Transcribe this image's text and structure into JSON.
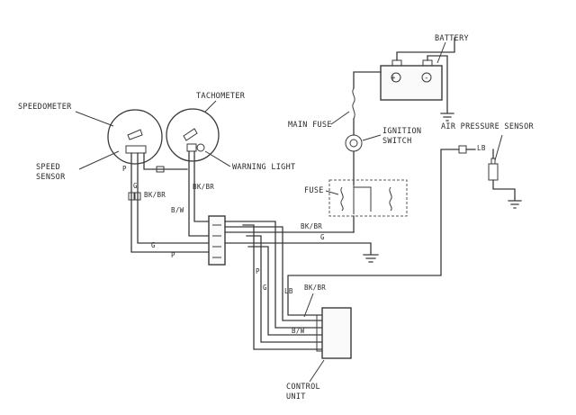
{
  "labels": {
    "battery": "BATTERY",
    "speedometer": "SPEEDOMETER",
    "tachometer": "TACHOMETER",
    "main_fuse": "MAIN FUSE",
    "ignition_line1": "IGNITION",
    "ignition_line2": "SWITCH",
    "air_pressure_sensor": "AIR PRESSURE SENSOR",
    "speed_sensor_line1": "SPEED",
    "speed_sensor_line2": "SENSOR",
    "warning_light": "WARNING LIGHT",
    "fuse": "FUSE",
    "control_unit_line1": "CONTROL",
    "control_unit_line2": "UNIT"
  },
  "wire_codes": {
    "p_speedo": "P",
    "g_speedo": "G",
    "bkbr_speedo": "BK/BR",
    "bkbr_tach": "BK/BR",
    "bw_tach": "B/W",
    "bkbr_main": "BK/BR",
    "g_main": "G",
    "g_left": "G",
    "p_left": "P",
    "p_vert": "P",
    "g_vert": "G",
    "lb_vert": "LB",
    "bkbr_cu": "BK/BR",
    "bw_cu": "B/W",
    "lb_sensor": "LB"
  },
  "battery_terminals": [
    "+",
    "-"
  ]
}
